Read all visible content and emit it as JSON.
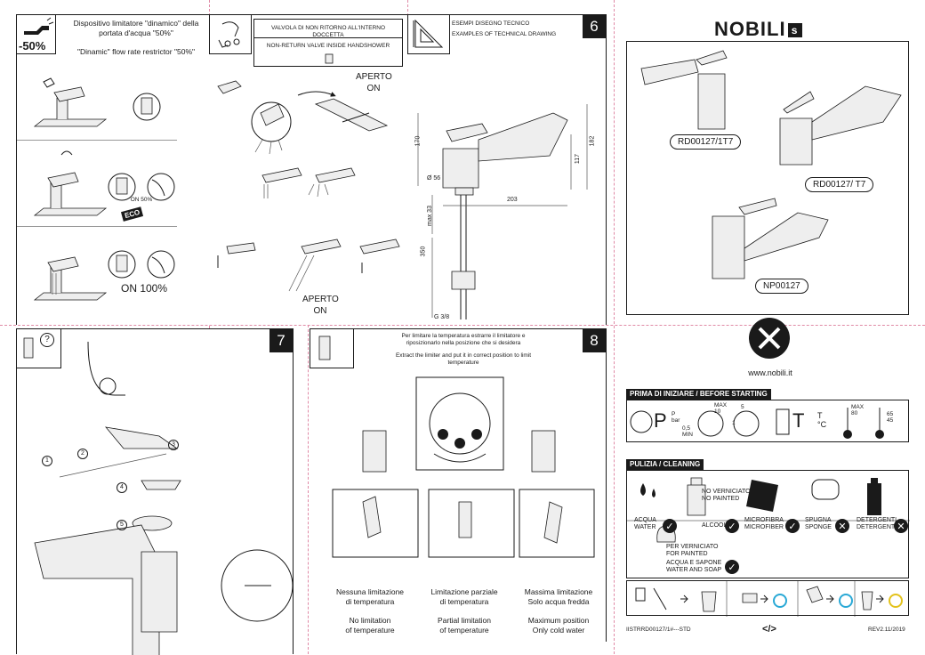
{
  "brand": {
    "name": "NOBILI"
  },
  "panel_flow": {
    "badge": "-50%",
    "title_it": "Dispositivo limitatore \"dinamico\" della portata d'acqua \"50%\"",
    "title_en": "\"Dinamic\" flow rate restrictor \"50%\"",
    "label_on_50": "ON 50%",
    "label_eco": "ECO",
    "label_on_100": "ON 100%"
  },
  "panel_valve": {
    "title_it": "VALVOLA DI NON RITORNO ALL'INTERNO DOCCETTA",
    "title_en": "NON-RETURN VALVE INSIDE HANDSHOWER",
    "label_open_top": "APERTO\nON",
    "label_open_bottom": "APERTO\nON"
  },
  "panel_drawing": {
    "title_it": "ESEMPI DISEGNO TECNICO",
    "title_en": "EXAMPLES OF TECHNICAL DRAWING",
    "page_number": "6",
    "dims": [
      "170",
      "182",
      "117",
      "Ø 56",
      "203",
      "max 33",
      "350",
      "G 3/8"
    ]
  },
  "panel_models": {
    "codes": [
      "RD00127/1T7",
      "RD00127/ T7",
      "NP00127"
    ]
  },
  "panel_disassembly": {
    "page_number": "7",
    "help_icon": "question-icon",
    "steps": [
      "1",
      "2",
      "3",
      "4",
      "5"
    ]
  },
  "panel_limiter": {
    "page_number": "8",
    "instruction_it": "Per limitare la temperatura estrarre il limitatore e riposizionarlo nella posizione che si desidera",
    "instruction_en": "Extract the limiter and put it in correct position to limit temperature",
    "options": [
      {
        "it": "Nessuna limitazione\ndi temperatura",
        "en": "No limitation\nof temperature"
      },
      {
        "it": "Limitazione parziale\ndi temperatura",
        "en": "Partial limitation\nof temperature"
      },
      {
        "it": "Massima limitazione\nSolo acqua fredda",
        "en": "Maximum position\nOnly cold water"
      }
    ]
  },
  "panel_info": {
    "website": "www.nobili.it",
    "before_start": "PRIMA DI INIZIARE  / BEFORE STARTING",
    "pressure_symbol": "P",
    "pressure_unit": "P\nbar",
    "gauge_max_1": "MAX\n10",
    "gauge_min_1": "0,5\nMIN",
    "gauge_max_2": "5",
    "gauge_min_2": "1",
    "temp_symbol": "T",
    "temp_unit": "T\n°C",
    "temp_max": "MAX\n80",
    "temp_range": "65\n45",
    "cleaning": "PULIZIA  /  CLEANING",
    "items": [
      {
        "label": "ACQUA\nWATER",
        "ok": true
      },
      {
        "label": "NO VERNICIATO\nNO PAINTED",
        "ok": null
      },
      {
        "label": "ALCOOL",
        "ok": true
      },
      {
        "label": "MICROFIBRA\nMICROFIBER",
        "ok": true
      },
      {
        "label": "SPUGNA\nSPONGE",
        "ok": false
      },
      {
        "label": "DETERGENTI\nDETERGENT",
        "ok": false
      }
    ],
    "painted_label": "PER VERNICIATO\nFOR PAINTED",
    "soap_label": "ACQUA E SAPONE\nWATER AND SOAP",
    "doc_code": "IISTRRD00127/1#---STD",
    "revision": "REV2.11/2019"
  },
  "colors": {
    "ink": "#1a1a1a",
    "cut_line": "#e08aa6",
    "recycle_blue": "#2aa9d6",
    "recycle_yellow": "#e3c21c"
  }
}
